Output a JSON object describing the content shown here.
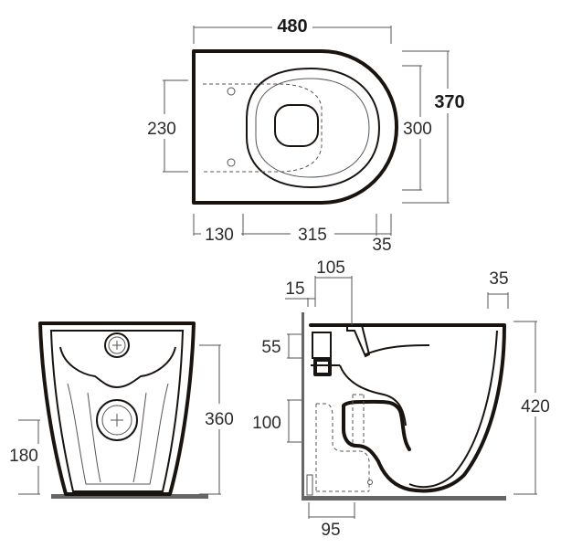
{
  "top_view": {
    "width_total": "480",
    "depth_total": "370",
    "depth_inner": "300",
    "fixing_spacing": "230",
    "rear_offset": "130",
    "bowl_length": "315",
    "front_offset": "35"
  },
  "front_view": {
    "height": "360",
    "inlet_height": "180"
  },
  "side_view": {
    "rear_inlet_offset": "105",
    "wall_offset": "15",
    "rim_thickness": "35",
    "upper_hole": "55",
    "lower_hole": "100",
    "total_height": "420",
    "outlet_offset": "95"
  },
  "colors": {
    "outline": "#1a1410",
    "dimension_line": "#555555",
    "floor": "#666666"
  }
}
